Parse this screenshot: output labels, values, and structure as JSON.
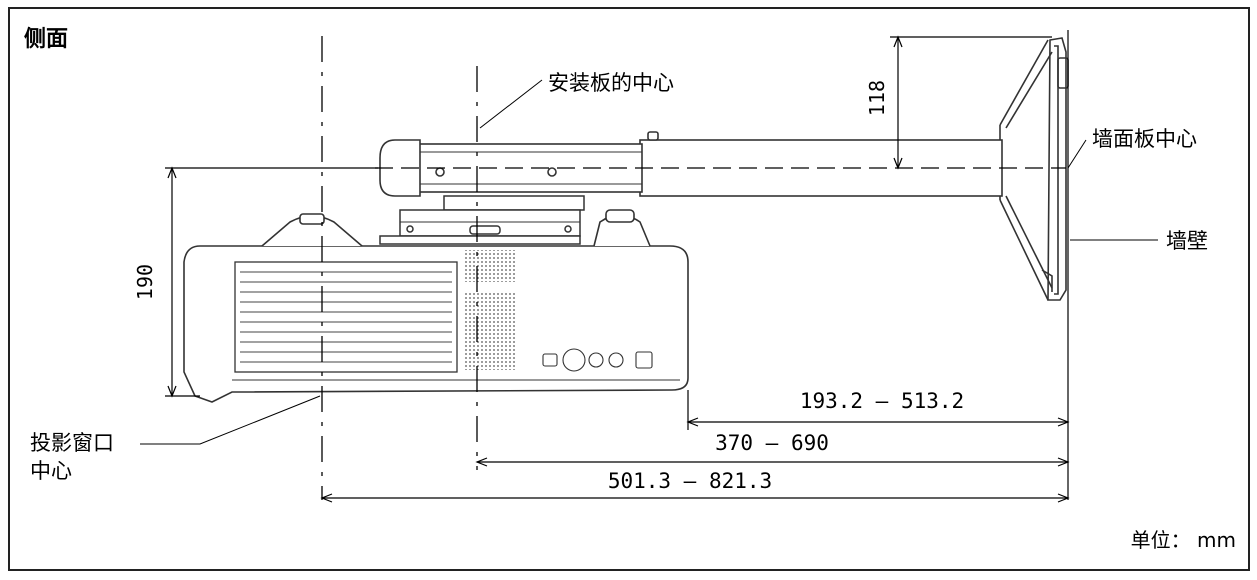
{
  "title": "侧面",
  "unit": "单位： mm",
  "labels": {
    "mount_plate_center": "安装板的中心",
    "wall_plate_center": "墙面板中心",
    "wall": "墙壁",
    "projection_window_center_line1": "投影窗口",
    "projection_window_center_line2": "中心"
  },
  "dimensions": {
    "vertical_left": "190",
    "vertical_top": "118",
    "range_193": "193.2 – 513.2",
    "range_370": "370 – 690",
    "range_501": "501.3 – 821.3"
  },
  "colors": {
    "line": "#000000",
    "drawing": "#333333",
    "frame": "#222222"
  }
}
